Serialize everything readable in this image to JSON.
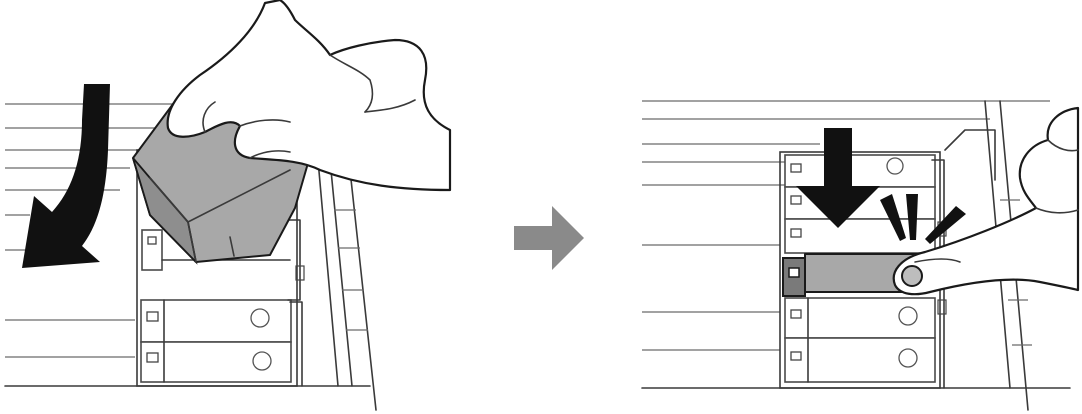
{
  "diagram": {
    "steps": [
      {
        "id": "step-1",
        "action": "tilt-and-lower-cartridge"
      },
      {
        "id": "step-2",
        "action": "press-cartridge-down"
      }
    ],
    "colors": {
      "line": "#3a3a3a",
      "arrow": "#111111",
      "transition_arrow": "#8a8a8a",
      "cartridge": "#a8a8a8",
      "cartridge_dark": "#7a7a7a",
      "background": "#ffffff"
    },
    "icons": [
      "curved-down-arrow-icon",
      "transition-arrow-icon",
      "down-arrow-icon",
      "click-burst-icon"
    ]
  }
}
